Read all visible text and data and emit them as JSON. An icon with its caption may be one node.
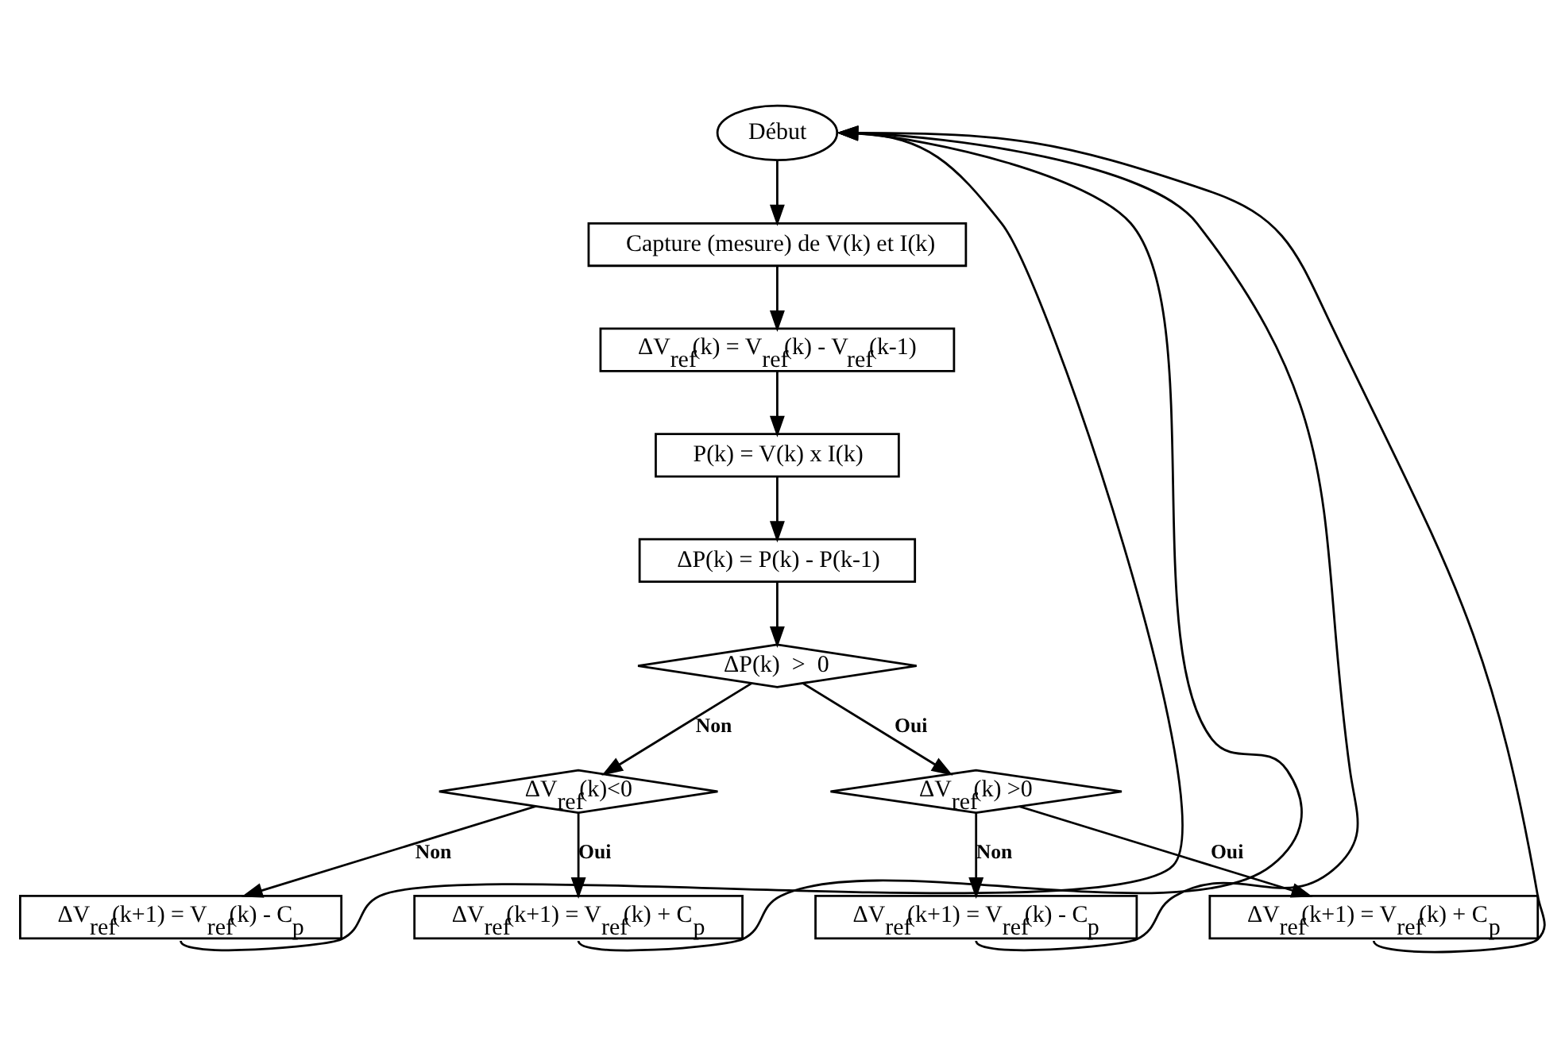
{
  "diagram": {
    "nodes": [
      {
        "text": [
          "Début"
        ]
      },
      {
        "text": [
          "Capture (mesure) de V(k) et I(k)"
        ]
      },
      {
        "text": [
          "ΔV$_{ref}$(k) = V$_{ref}$(k) - V$_{ref}$(k-1)"
        ]
      },
      {
        "text": [
          "P(k) = V(k) x I(k)"
        ]
      },
      {
        "text": [
          "ΔP(k) = P(k) - P(k-1)"
        ]
      },
      {
        "text": [
          "ΔP(k)  >  0"
        ]
      },
      {
        "text": [
          "ΔV$_{ref}$(k)<0"
        ]
      },
      {
        "text": [
          "ΔV$_{ref}$(k) >0"
        ]
      },
      {
        "text": [
          "ΔV$_{ref}$(k+1) = V$_{ref}$(k) - C$_{p}$"
        ]
      },
      {
        "text": [
          "ΔV$_{ref}$(k+1) = V$_{ref}$(k) + C$_{p}$"
        ]
      },
      {
        "text": [
          "ΔV$_{ref}$(k+1) = V$_{ref}$(k) - C$_{p}$"
        ]
      },
      {
        "text": [
          "ΔV$_{ref}$(k+1) = V$_{ref}$(k) + C$_{p}$"
        ]
      }
    ],
    "edges": [
      {
        "from": 0,
        "to": 1,
        "arrow": "to"
      },
      {
        "from": 1,
        "to": 2,
        "arrow": "to"
      },
      {
        "from": 2,
        "to": 3,
        "arrow": "to"
      },
      {
        "from": 3,
        "to": 4,
        "arrow": "to"
      },
      {
        "from": 4,
        "to": 5,
        "arrow": "to"
      },
      {
        "from": 5,
        "to": 6,
        "arrow": "to",
        "label": "Non"
      },
      {
        "from": 5,
        "to": 7,
        "arrow": "to",
        "label": "Oui"
      },
      {
        "from": 6,
        "to": 8,
        "arrow": "to",
        "label": "Non"
      },
      {
        "from": 6,
        "to": 9,
        "arrow": "to",
        "label": "Oui"
      },
      {
        "from": 7,
        "to": 10,
        "arrow": "to",
        "label": "Non"
      },
      {
        "from": 7,
        "to": 11,
        "arrow": "to",
        "label": "Oui"
      },
      {
        "from": 8,
        "to": 0,
        "arrow": "to"
      },
      {
        "from": 9,
        "to": 0,
        "arrow": "to"
      },
      {
        "from": 10,
        "to": 0,
        "arrow": "to"
      },
      {
        "from": 11,
        "to": 0,
        "arrow": "to"
      }
    ]
  }
}
